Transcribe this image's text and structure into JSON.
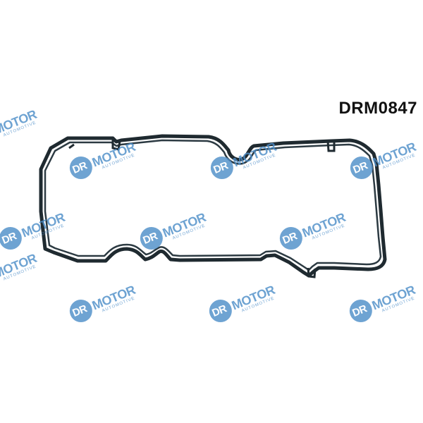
{
  "product": {
    "part_code": "DRM0847"
  },
  "watermark": {
    "logo_left": "DR",
    "logo_right": "MOTOR",
    "tagline": "AUTOMOTIVE",
    "brand_color": "#4f8fc9"
  },
  "gasket": {
    "color": "#1f2a30",
    "icon": "valve-cover-gasket-icon"
  }
}
